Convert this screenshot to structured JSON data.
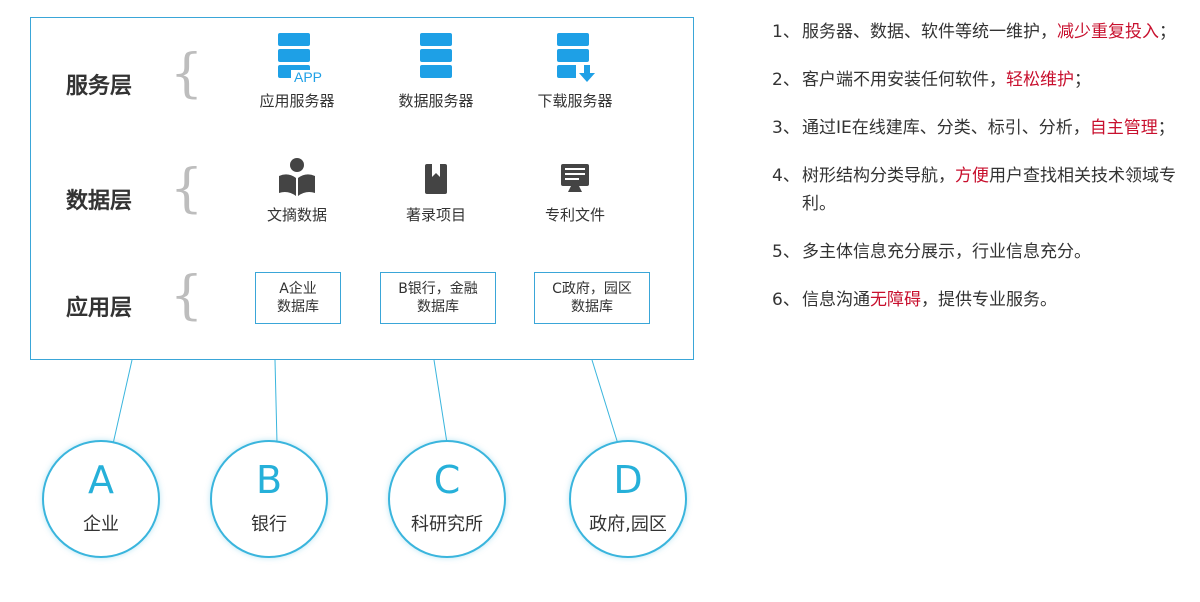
{
  "layers": [
    {
      "label": "服务层",
      "items": [
        {
          "label": "应用服务器",
          "icon": "app-server-icon",
          "badge": "APP"
        },
        {
          "label": "数据服务器",
          "icon": "database-server-icon"
        },
        {
          "label": "下载服务器",
          "icon": "download-server-icon"
        }
      ]
    },
    {
      "label": "数据层",
      "items": [
        {
          "label": "文摘数据",
          "icon": "reader-icon"
        },
        {
          "label": "著录项目",
          "icon": "bookmark-book-icon"
        },
        {
          "label": "专利文件",
          "icon": "document-monitor-icon"
        }
      ]
    },
    {
      "label": "应用层",
      "boxes": [
        {
          "line1": "A企业",
          "line2": "数据库"
        },
        {
          "line1": "B银行，金融",
          "line2": "数据库"
        },
        {
          "line1": "C政府，园区",
          "line2": "数据库"
        }
      ]
    }
  ],
  "nodes": [
    {
      "letter": "A",
      "name": "企业"
    },
    {
      "letter": "B",
      "name": "银行"
    },
    {
      "letter": "C",
      "name": "科研究所"
    },
    {
      "letter": "D",
      "name": "政府,园区"
    }
  ],
  "features": [
    {
      "num": "1、",
      "text": "服务器、数据、软件等统一维护，",
      "highlight": "减少重复投入",
      "after": "；"
    },
    {
      "num": "2、",
      "text": "客户端不用安装任何软件，",
      "highlight": "轻松维护",
      "after": "；"
    },
    {
      "num": "3、",
      "text": "通过IE在线建库、分类、标引、分析，",
      "highlight": "自主管理",
      "after": "；"
    },
    {
      "num": "4、",
      "text": "树形结构分类导航，",
      "highlight": "方便",
      "after": "用户查找相关技术领域专利。"
    },
    {
      "num": "5、",
      "text": "多主体信息充分展示，行业信息充分。",
      "highlight": "",
      "after": ""
    },
    {
      "num": "6、",
      "text": "信息沟通",
      "highlight": "无障碍",
      "after": "，提供专业服务。"
    }
  ],
  "colors": {
    "frame": "#3aa6d8",
    "icon": "#1ea0e6",
    "dark_icon": "#444444",
    "highlight": "#c8102e",
    "node": "#26b0d9"
  }
}
